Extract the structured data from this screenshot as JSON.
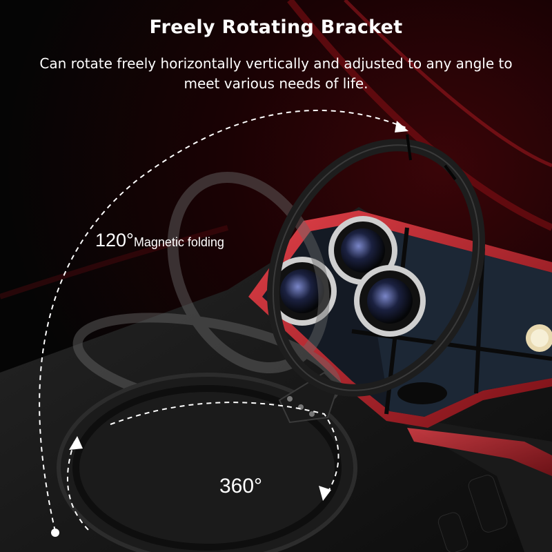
{
  "heading": {
    "title": "Freely Rotating Bracket",
    "description": "Can rotate freely horizontally vertically and adjusted to any angle to meet various needs of life."
  },
  "callouts": {
    "fold_angle": "120°",
    "fold_label": "Magnetic folding",
    "rotate_angle": "360°"
  },
  "colors": {
    "case_accent": "#c0242c",
    "case_body": "#161616",
    "ring": "#1d1d1d",
    "text": "#ffffff"
  }
}
